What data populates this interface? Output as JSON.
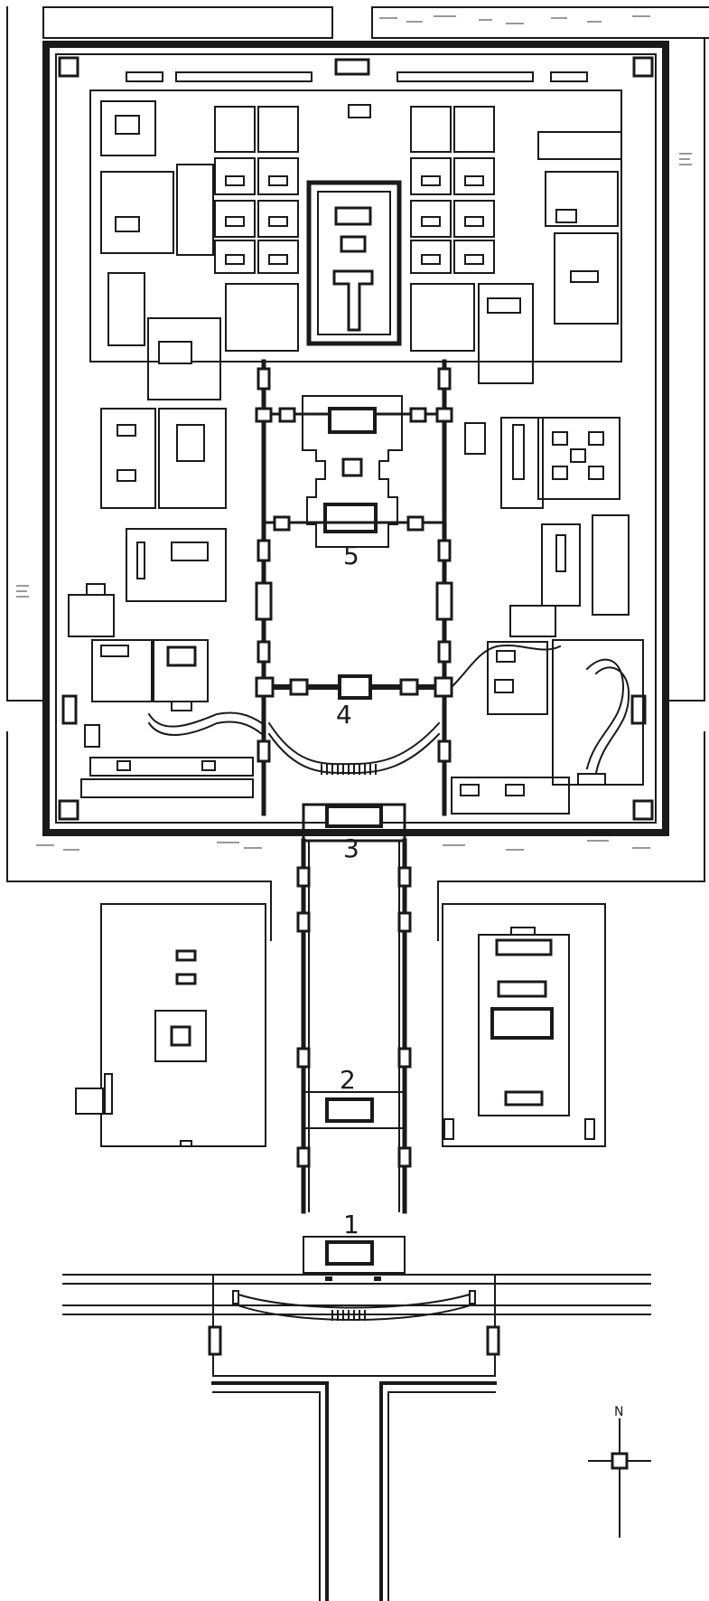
{
  "labels": {
    "gate1": "1",
    "gate2": "2",
    "gate3": "3",
    "court4": "4",
    "hall5": "5"
  },
  "compass": {
    "north_label": "N"
  },
  "colors": {
    "ink": "#1a1a1a",
    "paper": "#ffffff"
  }
}
